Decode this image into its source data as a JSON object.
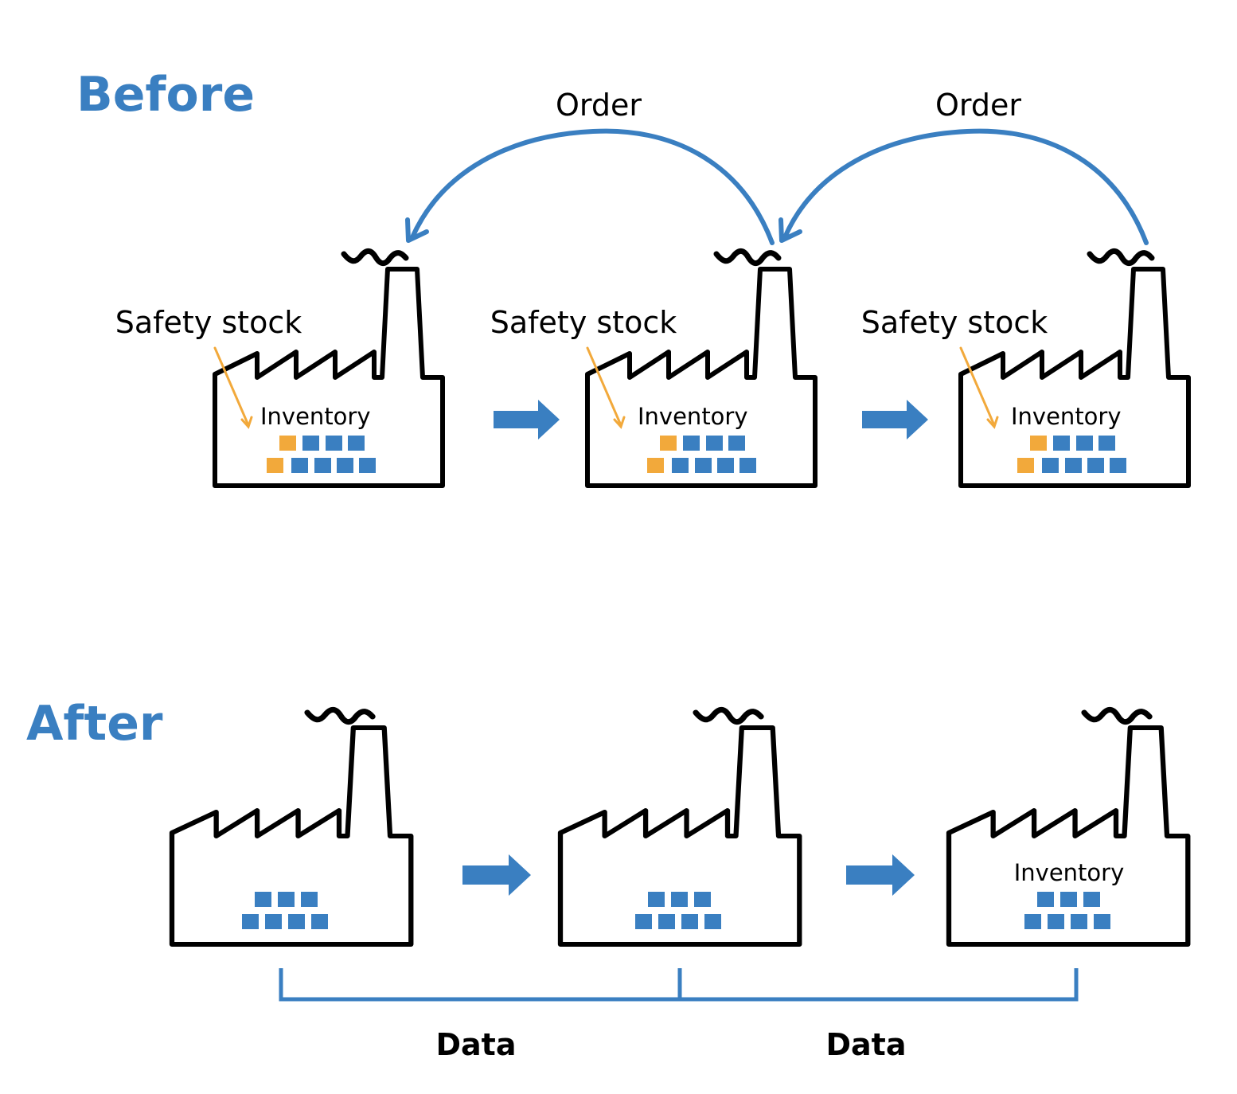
{
  "before": {
    "title": "Before",
    "order_labels": [
      "Order",
      "Order"
    ],
    "factories": [
      {
        "safety_label": "Safety stock",
        "inventory_label": "Inventory"
      },
      {
        "safety_label": "Safety stock",
        "inventory_label": "Inventory"
      },
      {
        "safety_label": "Safety stock",
        "inventory_label": "Inventory"
      }
    ]
  },
  "after": {
    "title": "After",
    "factories": [
      {
        "inventory_label": ""
      },
      {
        "inventory_label": ""
      },
      {
        "inventory_label": "Inventory"
      }
    ],
    "data_labels": [
      "Data",
      "Data"
    ]
  },
  "colors": {
    "accent_blue": "#3a7fc1",
    "safety_orange": "#f2a93b",
    "outline": "#000000"
  }
}
